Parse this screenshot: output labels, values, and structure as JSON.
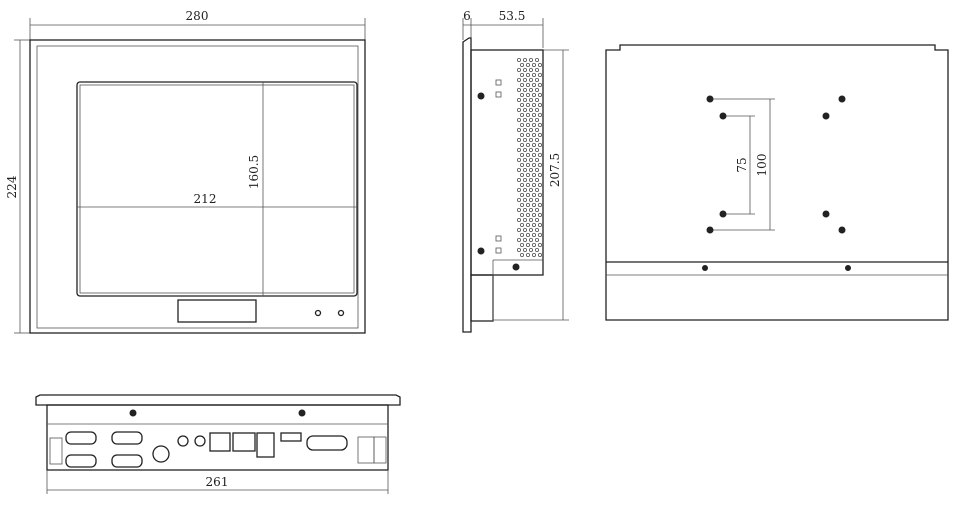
{
  "front_view": {
    "width_label": "280",
    "height_label": "224",
    "screen_width_label": "212",
    "screen_height_label": "160.5"
  },
  "side_view": {
    "bezel_depth_label": "6",
    "body_depth_label": "53.5",
    "body_height_label": "207.5"
  },
  "rear_view": {
    "vesa_inner_label": "75",
    "vesa_outer_label": "100"
  },
  "bottom_view": {
    "body_width_label": "261"
  }
}
